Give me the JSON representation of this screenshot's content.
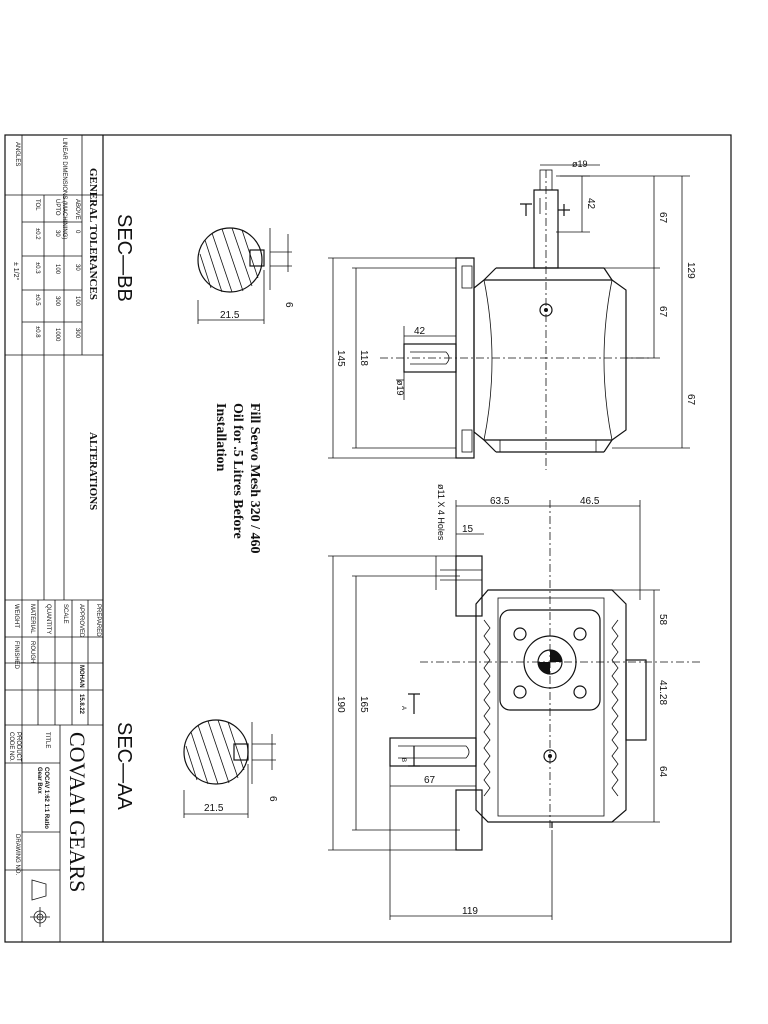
{
  "company": "COVAAI GEARS",
  "title_block": {
    "prepared_label": "PREPARED",
    "approved_label": "APPROVED",
    "scale_label": "SCALE",
    "quantity_label": "QUANTITY",
    "material_label": "MATERIAL",
    "weight_label": "WEIGHT",
    "rough_label": "ROUGH",
    "finished_label": "FINISHED",
    "name": "MOHAN",
    "date": "15.8.22",
    "title_label": "TITLE",
    "title_text": "COCAV 1:62 1:1 Ratio",
    "title_sub": "Gear Box",
    "product_label": "PRODUCT",
    "code_label": "CODE NO.",
    "drawing_label": "DRAWING NO."
  },
  "tolerances": {
    "heading": "GENERAL TOLERANCES",
    "linear_label": "LINEAR DIMENSIONS (MACHINING)",
    "angles_label": "ANGLES",
    "above_label": "ABOVE",
    "upto_label": "UPTO",
    "tol_label": "TOL",
    "above": [
      "0",
      "30",
      "100",
      "300"
    ],
    "upto": [
      "30",
      "100",
      "300",
      "1000"
    ],
    "tol": [
      "±0.2",
      "±0.3",
      "±0.5",
      "±0.8"
    ],
    "angle_tol": "± 1/2°"
  },
  "alterations_heading": "ALTERATIONS",
  "sections": {
    "bb": "SEC—BB",
    "aa": "SEC—AA"
  },
  "note": [
    "Fill Servo Mesh 320 / 460",
    "Oil for .5 Litres Before",
    "Installation"
  ],
  "dims": {
    "d19_top": "ø19",
    "d42_top": "42",
    "d67_a": "67",
    "d67_b": "67",
    "d67_c": "67",
    "d129": "129",
    "d42_side": "42",
    "d19_side": "ø19",
    "d145": "145",
    "d118": "118",
    "bb_21_5": "21.5",
    "bb_6": "6",
    "d63_5": "63.5",
    "d46_5": "46.5",
    "holes": "ø11 X 4 Holes",
    "d15": "15",
    "d58": "58",
    "d41_28": "41.28",
    "d64": "64",
    "d190": "190",
    "d165": "165",
    "d67_front": "67",
    "d119": "119",
    "aa_21_5": "21.5",
    "aa_6": "6",
    "mark_a": "A",
    "mark_b": "B"
  }
}
